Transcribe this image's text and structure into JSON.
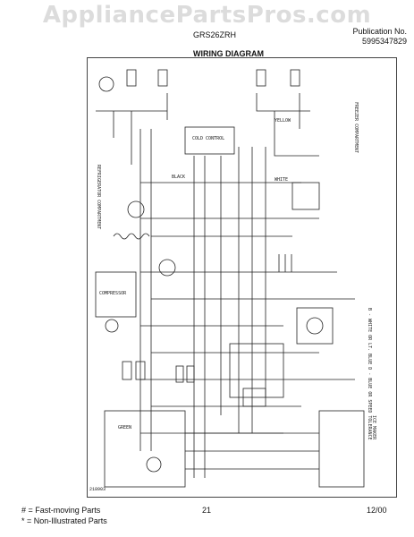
{
  "watermark": "AppliancePartsPros.com",
  "header": {
    "model": "GRS26ZRH",
    "publication_label": "Publication No.",
    "publication_number": "5995347829",
    "title": "WIRING DIAGRAM"
  },
  "diagram": {
    "labels": {
      "freezer_compartment": "FREEZER COMPARTMENT",
      "refrigerator_compartment": "REFRIGERATOR COMPARTMENT",
      "cold_control": "COLD CONTROL",
      "compressor": "COMPRESSOR",
      "wire_legend": "B - WHITE OR LT. BLUE  D - BLUE OR SPEED TOLERANCE",
      "ice_maker": "ICE MAKER",
      "yellow": "YELLOW",
      "white": "WHITE",
      "green": "GREEN",
      "black": "BLACK"
    },
    "code": "218903"
  },
  "footer": {
    "legend_fast": "# = Fast-moving Parts",
    "legend_non": "* = Non-Illustrated Parts",
    "page": "21",
    "date": "12/00"
  },
  "colors": {
    "ink": "#222222",
    "watermark": "#dcdcdc"
  }
}
